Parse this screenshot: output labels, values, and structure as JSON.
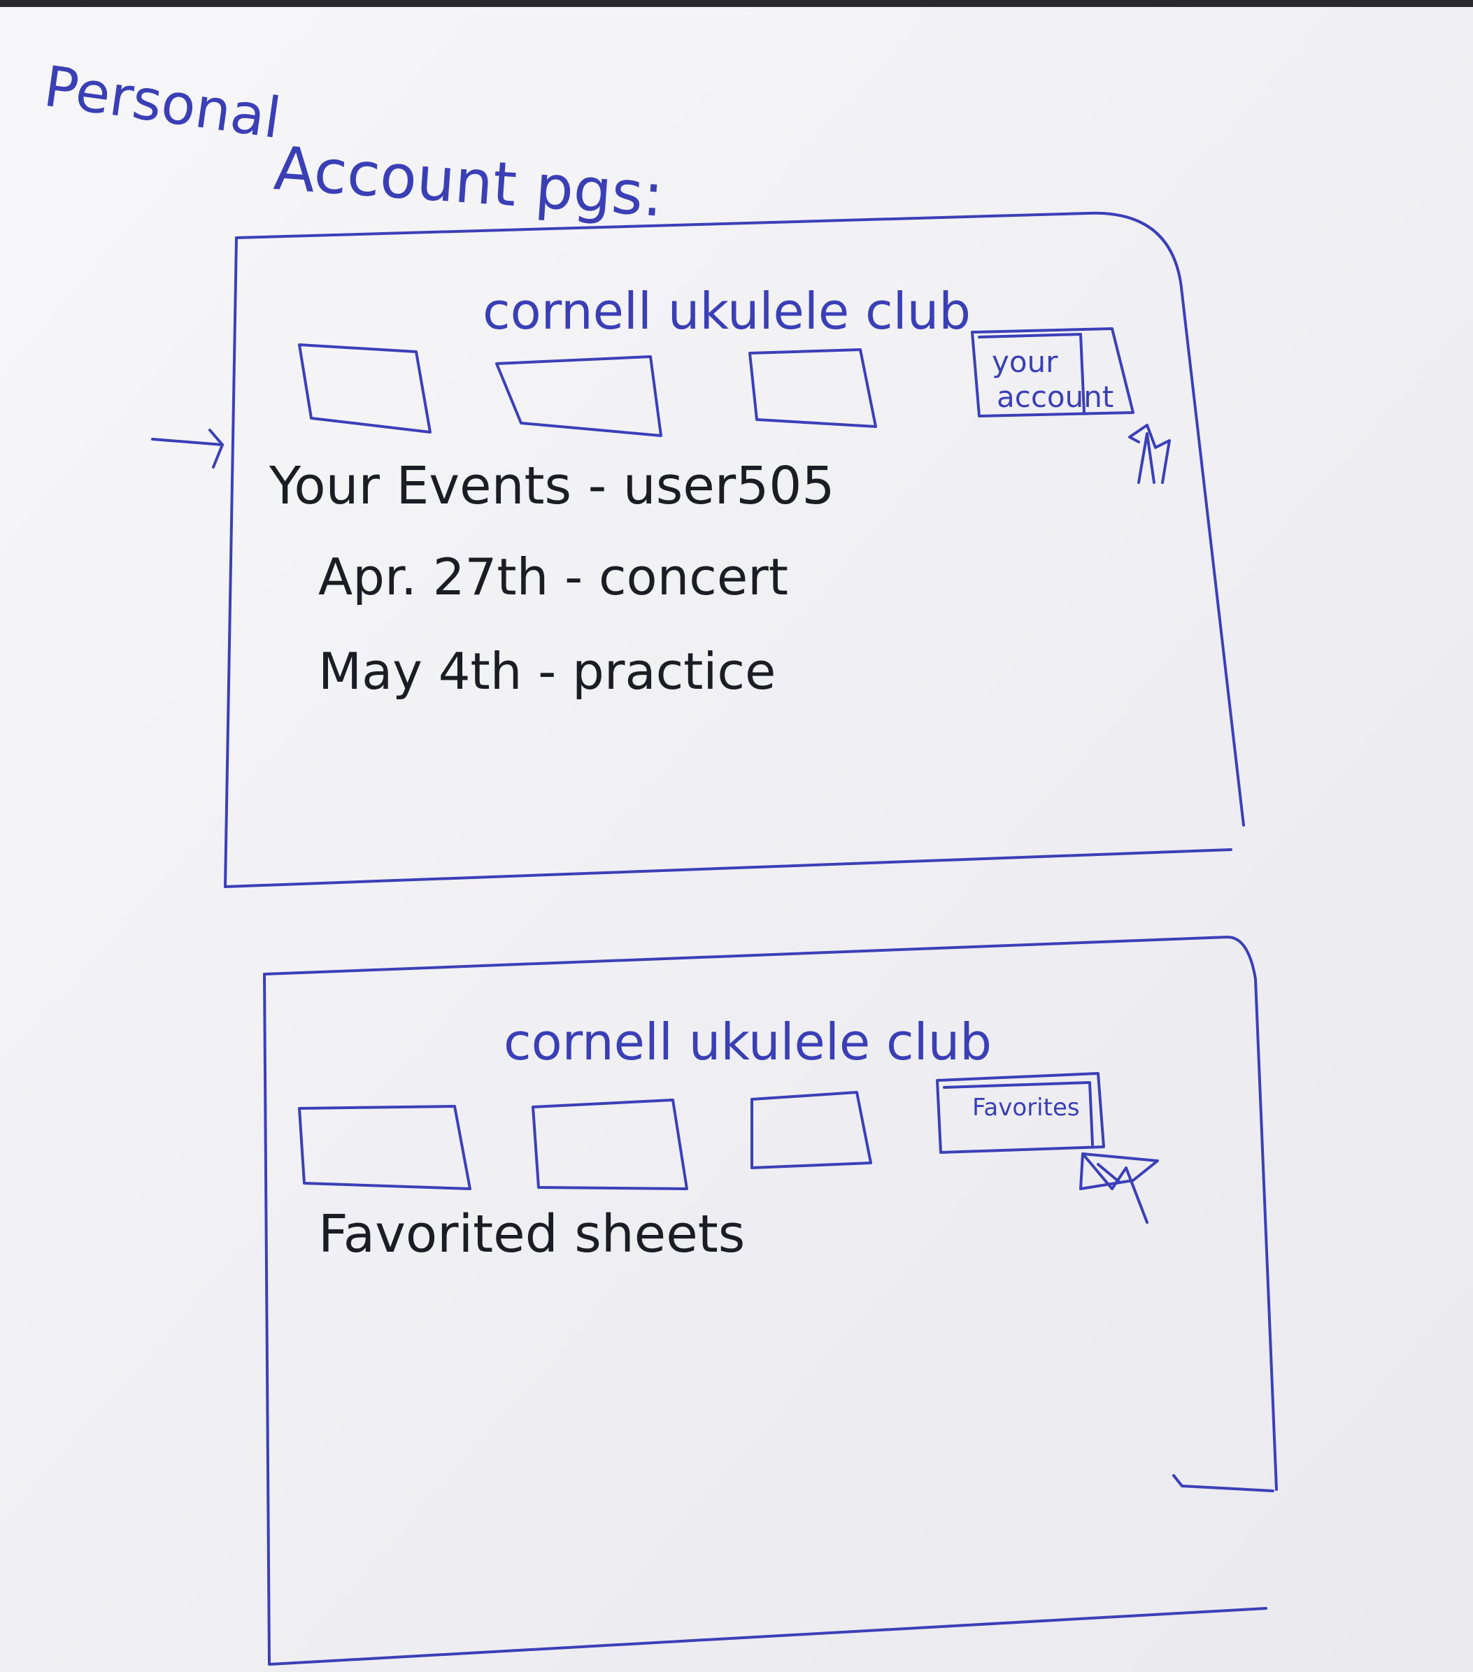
{
  "page_title": {
    "line1": "Personal",
    "line2": "Account pgs:"
  },
  "sketch1": {
    "app_title": "cornell ukulele club",
    "nav_account_label_line1": "your",
    "nav_account_label_line2": "account",
    "heading": "Your Events - user505",
    "events": [
      "Apr. 27th - concert",
      "May 4th - practice"
    ]
  },
  "sketch2": {
    "app_title": "cornell ukulele club",
    "nav_favorites_label": "Favorites",
    "heading": "Favorited sheets"
  },
  "colors": {
    "paper": "#f4f4f6",
    "blue_ink": "#3a3fb5",
    "black_ink": "#1c1c24"
  }
}
